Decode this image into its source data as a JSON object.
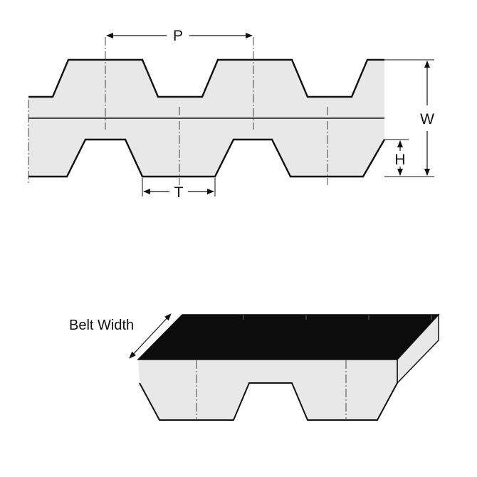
{
  "labels": {
    "pitch": "P",
    "belt_thickness": "W",
    "tooth_height": "H",
    "tooth_width": "T",
    "belt_width": "Belt Width"
  },
  "colors": {
    "belt_fill": "#e8e8e8",
    "belt_top_face": "#0c0c0c",
    "outline": "#111111",
    "centerline": "#777777"
  }
}
